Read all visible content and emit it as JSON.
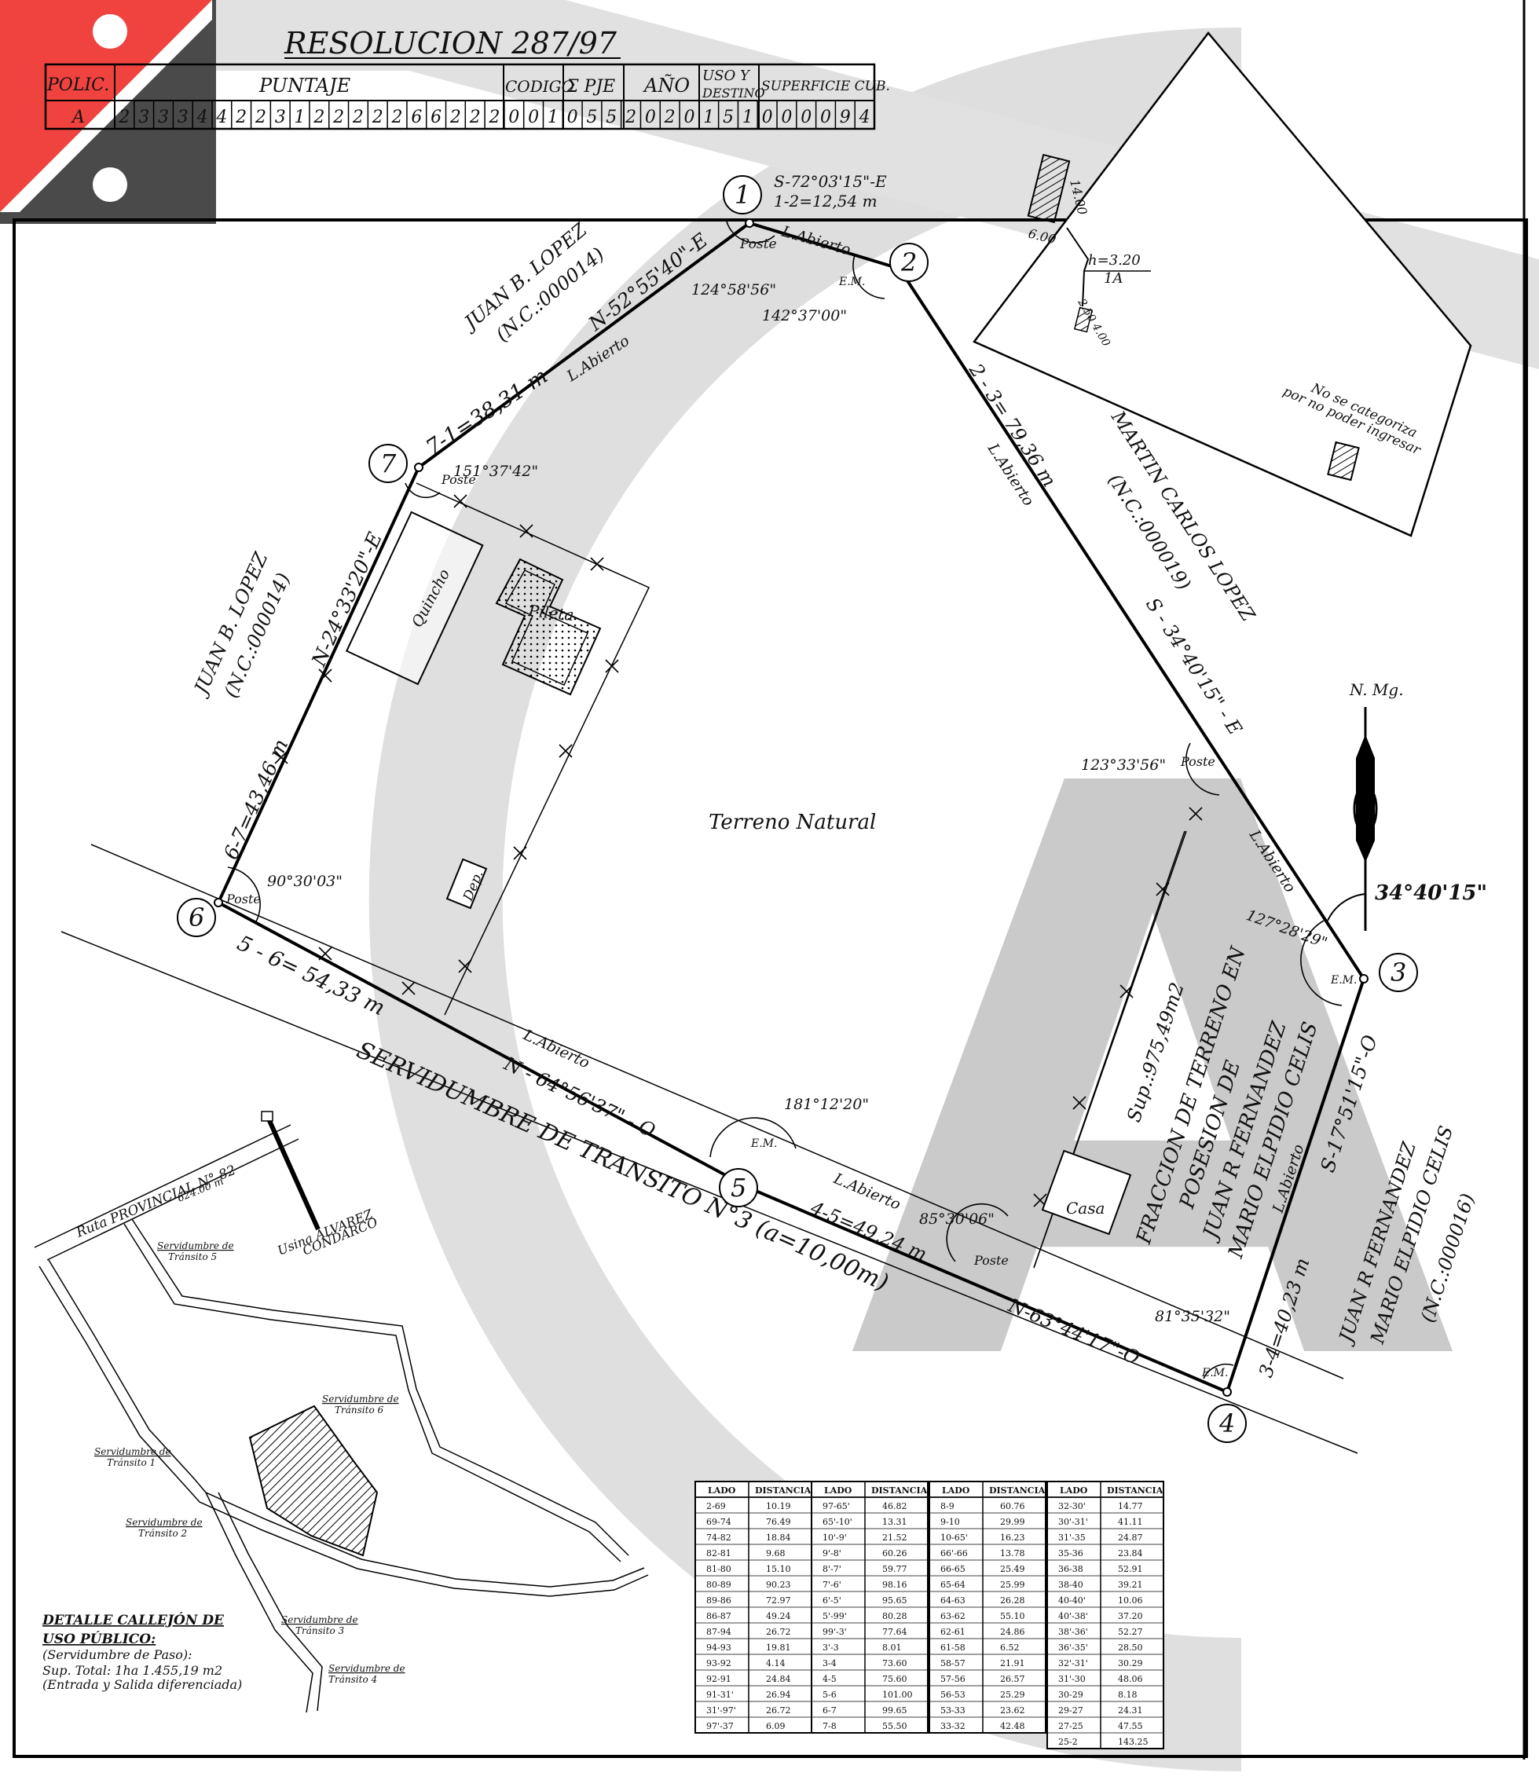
{
  "header": {
    "resolution": "RESOLUCION 287/97",
    "col_polic": "POLIC.",
    "col_puntaje": "PUNTAJE",
    "col_codigo": "CODIGO",
    "col_pje": "Σ PJE",
    "col_anio": "AÑO",
    "col_uso_1": "USO Y",
    "col_uso_2": "DESTINO",
    "col_superficie": "SUPERFICIE CUB.",
    "row_polic": "A",
    "row_digits": [
      "2",
      "3",
      "3",
      "3",
      "4",
      "4",
      "2",
      "2",
      "3",
      "1",
      "2",
      "2",
      "2",
      "2",
      "2",
      "6",
      "6",
      "2",
      "2",
      "2",
      "0",
      "0",
      "1",
      "0",
      "5",
      "5",
      "2",
      "0",
      "2",
      "0",
      "1",
      "5",
      "1",
      "0",
      "0",
      "0",
      "0",
      "9",
      "4"
    ]
  },
  "vertices": [
    {
      "id": "v1",
      "label": "1"
    },
    {
      "id": "v2",
      "label": "2"
    },
    {
      "id": "v3",
      "label": "3"
    },
    {
      "id": "v4",
      "label": "4"
    },
    {
      "id": "v5",
      "label": "5"
    },
    {
      "id": "v6",
      "label": "6"
    },
    {
      "id": "v7",
      "label": "7"
    }
  ],
  "labels": {
    "brg_12": "S-72°03'15\"-E",
    "dist_12": "1-2=12,54 m",
    "labierto_12": "L.Abierto",
    "poste_1": "Poste",
    "angle_1": "124°58'56\"",
    "em_2": "E.M.",
    "angle_2": "142°37'00\"",
    "dist_23": "2 - 3= 79,36 m",
    "brg_23": "S - 34°40'15\" - E",
    "labierto_23a": "L.Abierto",
    "labierto_23b": "L.Abierto",
    "neighbor_2_name": "MARTIN CARLOS LOPEZ",
    "neighbor_2_nc": "(N.C.:000019)",
    "poste_e": "Poste",
    "angle_e": "123°33'56\"",
    "angle_3": "127°28'29\"",
    "em_3": "E.M.",
    "north_label": "N. Mg.",
    "north_angle": "34°40'15\"",
    "brg_34": "S-17°51'15\"-O",
    "dist_34": "3-4=40,23 m",
    "labierto_34": "L.Abierto",
    "neighbor_3_name_1": "JUAN R FERNANDEZ",
    "neighbor_3_name_2": "MARIO ELPIDIO CELIS",
    "neighbor_3_nc": "(N.C.:000016)",
    "angle_4": "81°35'32\"",
    "em_4": "E.M.",
    "brg_45b": "N-63°44'17\"-O",
    "dist_45": "4-5=49,24 m",
    "labierto_45": "L.Abierto",
    "poste_f": "Poste",
    "angle_f": "85°30'06\"",
    "angle_5": "181°12'20\"",
    "em_5": "E.M.",
    "brg_56": "N - 64°56'37\" - O",
    "labierto_56": "L.Abierto",
    "dist_56": "5 - 6= 54,33 m",
    "servidumbre": "SERVIDUMBRE DE TRANSITO N°3 (a=10,00m)",
    "poste_6": "Poste",
    "angle_6": "90°30'03\"",
    "dist_67": "6-7=43,46 m",
    "brg_67": "N-24°33'20\"-E",
    "neighbor_6_name": "JUAN B. LOPEZ",
    "neighbor_6_nc": "(N.C.:000014)",
    "poste_7": "Poste",
    "angle_7": "151°37'42\"",
    "dist_71": "7-1=38,31 m",
    "labierto_71": "L.Abierto",
    "brg_71": "N-52°55'40\"-E",
    "neighbor_7_name": "JUAN B. LOPEZ",
    "neighbor_7_nc": "(N.C.:000014)",
    "quincho": "Quincho",
    "pileta": "Pileta",
    "dep": "Dep.",
    "terreno": "Terreno Natural",
    "sup": "Sup.:975,49m2",
    "fraccion_1": "FRACCION DE TERRENO EN",
    "fraccion_2": "POSESION DE",
    "fraccion_3": "JUAN R FERNANDEZ",
    "fraccion_4": "MARIO ELPIDIO CELIS",
    "casa": "Casa"
  },
  "inset_building": {
    "d1": "14.00",
    "d2": "6.00",
    "h": "h=3.20",
    "cat": "1A",
    "d3": "2.50",
    "d4": "4.00",
    "note_1": "No se categoriza",
    "note_2": "por no poder ingresar"
  },
  "detail": {
    "route": "Ruta PROVINCIAL N° 82",
    "route_dist": "624.00 m",
    "usina_1": "Usina ALVAREZ",
    "usina_2": "CONDARCO",
    "st5_1": "Servidumbre de",
    "st5_2": "Tránsito 5",
    "st6_1": "Servidumbre de",
    "st6_2": "Tránsito 6",
    "st1_1": "Servidumbre de",
    "st1_2": "Tránsito 1",
    "st2_1": "Servidumbre de",
    "st2_2": "Tránsito 2",
    "st3_1": "Servidumbre de",
    "st3_2": "Tránsito 3",
    "st4_1": "Servidumbre de",
    "st4_2": "Tránsito 4",
    "title_1": "DETALLE CALLEJÓN DE",
    "title_2": "USO PÚBLICO:",
    "text_1": "(Servidumbre de Paso):",
    "text_2": "Sup. Total: 1ha 1.455,19 m2",
    "text_3": "(Entrada y Salida diferenciada)"
  },
  "distance_tables": {
    "col_lado": "LADO",
    "col_distancia": "DISTANCIA",
    "tables": [
      [
        [
          "2-69",
          "10.19"
        ],
        [
          "69-74",
          "76.49"
        ],
        [
          "74-82",
          "18.84"
        ],
        [
          "82-81",
          "9.68"
        ],
        [
          "81-80",
          "15.10"
        ],
        [
          "80-89",
          "90.23"
        ],
        [
          "89-86",
          "72.97"
        ],
        [
          "86-87",
          "49.24"
        ],
        [
          "87-94",
          "26.72"
        ],
        [
          "94-93",
          "19.81"
        ],
        [
          "93-92",
          "4.14"
        ],
        [
          "92-91",
          "24.84"
        ],
        [
          "91-31'",
          "26.94"
        ],
        [
          "31'-97'",
          "26.72"
        ],
        [
          "97'-37",
          "6.09"
        ]
      ],
      [
        [
          "97-65'",
          "46.82"
        ],
        [
          "65'-10'",
          "13.31"
        ],
        [
          "10'-9'",
          "21.52"
        ],
        [
          "9'-8'",
          "60.26"
        ],
        [
          "8'-7'",
          "59.77"
        ],
        [
          "7'-6'",
          "98.16"
        ],
        [
          "6'-5'",
          "95.65"
        ],
        [
          "5'-99'",
          "80.28"
        ],
        [
          "99'-3'",
          "77.64"
        ],
        [
          "3'-3",
          "8.01"
        ],
        [
          "3-4",
          "73.60"
        ],
        [
          "4-5",
          "75.60"
        ],
        [
          "5-6",
          "101.00"
        ],
        [
          "6-7",
          "99.65"
        ],
        [
          "7-8",
          "55.50"
        ]
      ],
      [
        [
          "8-9",
          "60.76"
        ],
        [
          "9-10",
          "29.99"
        ],
        [
          "10-65'",
          "16.23"
        ],
        [
          "66'-66",
          "13.78"
        ],
        [
          "66-65",
          "25.49"
        ],
        [
          "65-64",
          "25.99"
        ],
        [
          "64-63",
          "26.28"
        ],
        [
          "63-62",
          "55.10"
        ],
        [
          "62-61",
          "24.86"
        ],
        [
          "61-58",
          "6.52"
        ],
        [
          "58-57",
          "21.91"
        ],
        [
          "57-56",
          "26.57"
        ],
        [
          "56-53",
          "25.29"
        ],
        [
          "53-33",
          "23.62"
        ],
        [
          "33-32",
          "42.48"
        ]
      ],
      [
        [
          "32-30'",
          "14.77"
        ],
        [
          "30'-31'",
          "41.11"
        ],
        [
          "31'-35",
          "24.87"
        ],
        [
          "35-36",
          "23.84"
        ],
        [
          "36-38",
          "52.91"
        ],
        [
          "38-40",
          "39.21"
        ],
        [
          "40-40'",
          "10.06"
        ],
        [
          "40'-38'",
          "37.20"
        ],
        [
          "38'-36'",
          "52.27"
        ],
        [
          "36'-35'",
          "28.50"
        ],
        [
          "32'-31'",
          "30.29"
        ],
        [
          "31'-30",
          "48.06"
        ],
        [
          "30-29",
          "8.18"
        ],
        [
          "29-27",
          "24.31"
        ],
        [
          "27-25",
          "47.55"
        ],
        [
          "25-2",
          "143.25"
        ]
      ]
    ]
  },
  "watermark_text": "A"
}
